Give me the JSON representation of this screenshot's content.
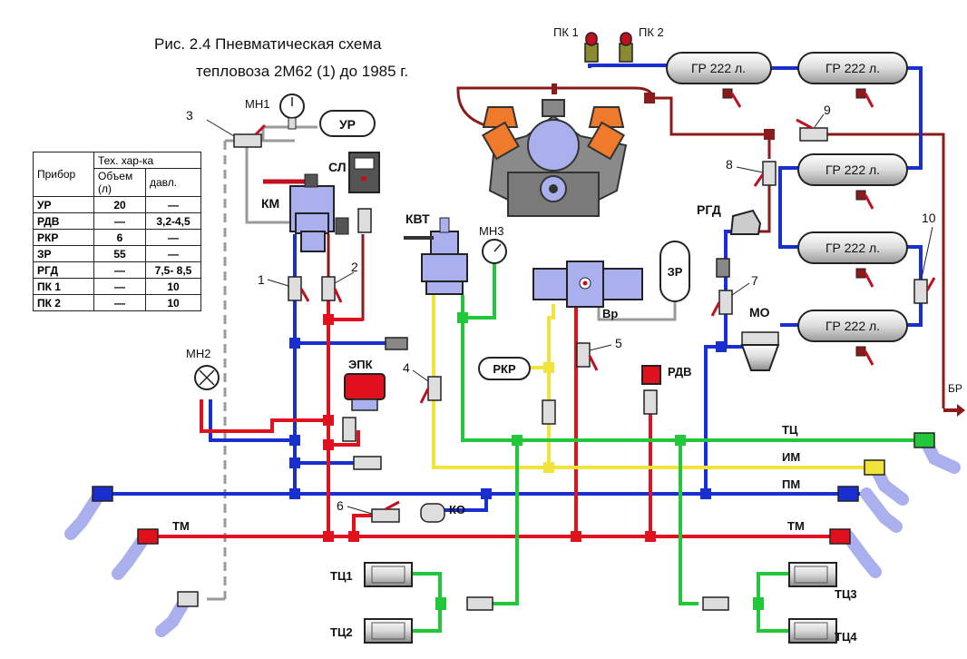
{
  "title_line1": "Рис.  2.4  Пневматическая схема",
  "title_line2": "тепловоза  2М62  (1)  до 1985 г.",
  "table": {
    "col_device": "Прибор",
    "col_spec": "Тех. хар-ка",
    "col_volume": "Объем (л)",
    "col_pressure": "давл.",
    "rows": [
      {
        "name": "УР",
        "volume": "20",
        "pressure": "—"
      },
      {
        "name": "РДВ",
        "volume": "—",
        "pressure": "3,2-4,5"
      },
      {
        "name": "РКР",
        "volume": "6",
        "pressure": "—"
      },
      {
        "name": "ЗР",
        "volume": "55",
        "pressure": "—"
      },
      {
        "name": "РГД",
        "volume": "—",
        "pressure": "7,5- 8,5"
      },
      {
        "name": "ПК 1",
        "volume": "—",
        "pressure": "10"
      },
      {
        "name": "ПК 2",
        "volume": "—",
        "pressure": "10"
      }
    ]
  },
  "labels": {
    "pk1": "ПК 1",
    "pk2": "ПК 2",
    "gr1": "ГР 222 л.",
    "gr2": "ГР 222 л.",
    "gr3": "ГР 222 л.",
    "gr4": "ГР 222 л.",
    "gr5": "ГР 222 л.",
    "mn1": "МН1",
    "mn2": "МН2",
    "mn3": "МН3",
    "ur": "УР",
    "sl": "СЛ",
    "km": "КМ",
    "kvt": "КВТ",
    "zr": "ЗР",
    "vr": "Вр",
    "rgd": "РГД",
    "mo": "МО",
    "br": "БР",
    "rkr": "РКР",
    "rdv": "РДВ",
    "epk": "ЭПК",
    "ko": "КО",
    "tc": "ТЦ",
    "im": "ИМ",
    "pm": "ПМ",
    "tm_left": "ТМ",
    "tm_right": "ТМ",
    "tc1": "ТЦ1",
    "tc2": "ТЦ2",
    "tc3": "ТЦ3",
    "tc4": "ТЦ4",
    "n1": "1",
    "n2": "2",
    "n3": "3",
    "n4": "4",
    "n5": "5",
    "n6": "6",
    "n7": "7",
    "n8": "8",
    "n9": "9",
    "n10": "10"
  },
  "colors": {
    "pm_line": "#1a2fd0",
    "tm_line": "#e0101c",
    "tc_line": "#22c83a",
    "im_line": "#f2e33a",
    "reservoir_line": "#8b1a1a",
    "signal_line": "#9a9a9a",
    "device_fill": "#aab0ee"
  }
}
